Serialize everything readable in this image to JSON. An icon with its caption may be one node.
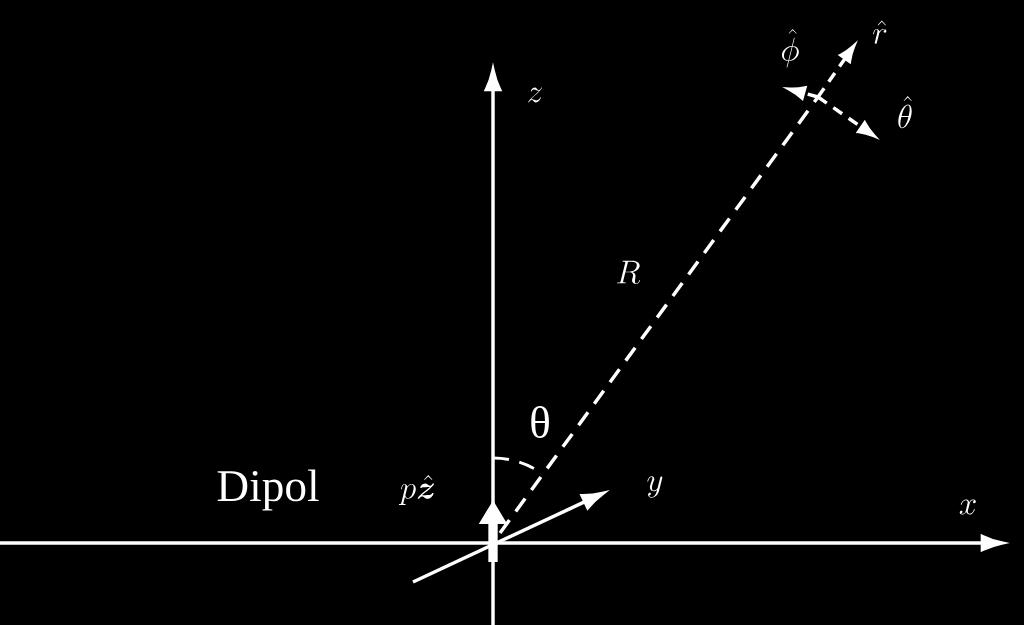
{
  "diagram": {
    "labels": [
      "\\hat{\\phi}",
      "\\hat{r}",
      "\\hat{\\theta}",
      "z",
      "R",
      "θ",
      "Dipol",
      "p\\hat{\\boldsymbol{z}}",
      "y",
      "x"
    ]
  }
}
